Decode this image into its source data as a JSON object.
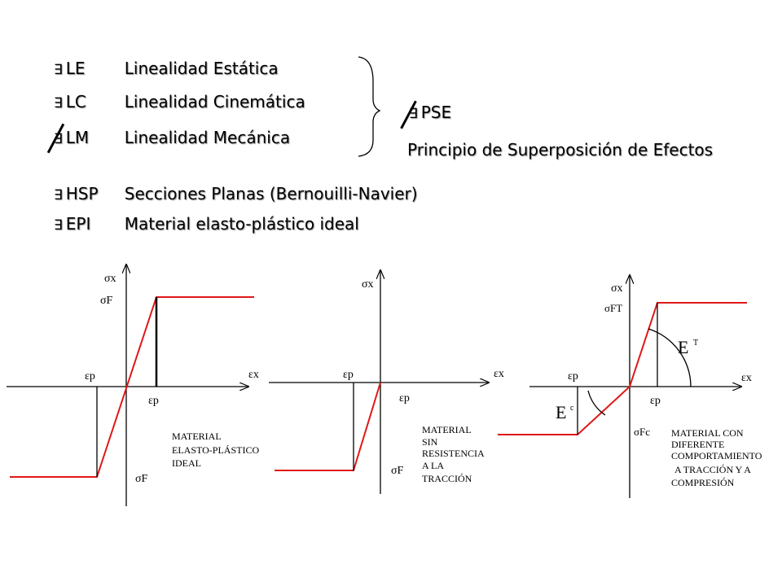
{
  "rows": [
    {
      "symbol": "∃",
      "abbr": "LE",
      "desc": "Linealidad Estática"
    },
    {
      "symbol": "∃",
      "abbr": "LC",
      "desc": "Linealidad Cinemática"
    },
    {
      "symbol": "∃",
      "abbr": "LM",
      "desc": "Linealidad Mecánica"
    },
    {
      "symbol": "∃",
      "abbr": "HSP",
      "desc": "Secciones Planas (Bernouilli-Navier)"
    },
    {
      "symbol": "∃",
      "abbr": "EPI",
      "desc": "Material elasto-plástico ideal"
    }
  ],
  "result": {
    "symbol": "∃",
    "abbr": "PSE",
    "desc": "Principio de Superposición de Efectos"
  },
  "colors": {
    "curve": "#e01818",
    "axis": "#000000"
  },
  "diagrams": [
    {
      "sigma_axis": "σx",
      "eps_axis": "εx",
      "sigma_f_top": "σF",
      "sigma_f_bottom": "σF",
      "eps_p_left": "εp",
      "eps_p_right": "εp",
      "caption": [
        "MATERIAL",
        "ELASTO-PLÁSTICO",
        "IDEAL"
      ]
    },
    {
      "sigma_axis": "σx",
      "eps_axis": "εx",
      "sigma_f_bottom": "σF",
      "eps_p_left": "εp",
      "eps_p_right": "εp",
      "caption": [
        "MATERIAL",
        "SIN",
        "RESISTENCIA",
        "A LA",
        "TRACCIÓN"
      ]
    },
    {
      "sigma_axis": "σx",
      "eps_axis": "εx",
      "sigma_ft": "σFT",
      "sigma_fc": "σFc",
      "eps_p_left": "εp",
      "eps_p_right": "εp",
      "e_t": "E",
      "e_t_sub": "T",
      "e_c": "E",
      "e_c_sub": "c",
      "caption": [
        "MATERIAL CON",
        "DIFERENTE",
        "COMPORTAMIENTO",
        "A TRACCIÓN Y A",
        "COMPRESIÓN"
      ]
    }
  ]
}
